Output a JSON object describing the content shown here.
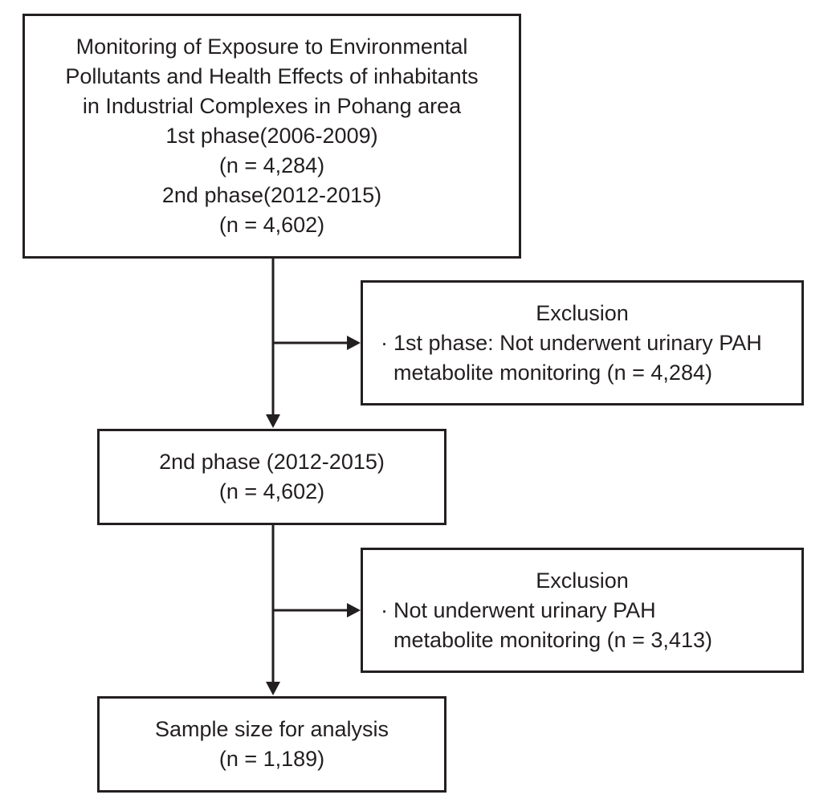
{
  "main_box": {
    "lines": [
      "Monitoring of Exposure to Environmental",
      "Pollutants and Health Effects of inhabitants",
      "in Industrial Complexes in Pohang area",
      "1st phase(2006-2009)",
      "(n = 4,284)",
      "2nd phase(2012-2015)",
      "(n = 4,602)"
    ]
  },
  "exclusion_1": {
    "title": "Exclusion",
    "bullet": "·",
    "item_line1": "1st phase: Not underwent urinary PAH",
    "item_line2": "metabolite monitoring (n = 4,284)"
  },
  "phase2_box": {
    "line1": "2nd phase (2012-2015)",
    "line2": "(n = 4,602)"
  },
  "exclusion_2": {
    "title": "Exclusion",
    "bullet": "·",
    "item_line1": "Not underwent urinary PAH",
    "item_line2": "metabolite monitoring (n = 3,413)"
  },
  "final_box": {
    "line1": "Sample size for analysis",
    "line2": "(n = 1,189)"
  },
  "colors": {
    "stroke": "#231f20",
    "background": "#ffffff"
  }
}
